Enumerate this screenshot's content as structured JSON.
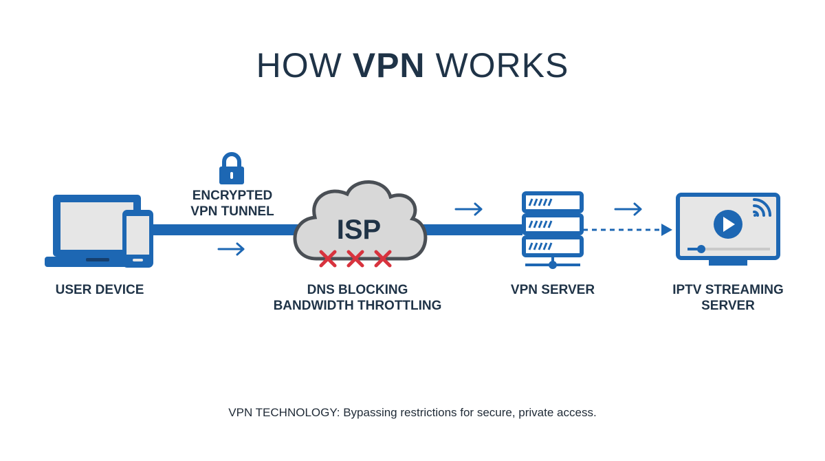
{
  "title": {
    "prefix": "HOW ",
    "bold": "VPN",
    "suffix": " WORKS"
  },
  "tunnel": {
    "line1": "ENCRYPTED",
    "line2": "VPN TUNNEL"
  },
  "nodes": {
    "user_device": {
      "line1": "USER DEVICE"
    },
    "isp": {
      "name": "ISP",
      "line1": "DNS BLOCKING",
      "line2": "BANDWIDTH THROTTLING"
    },
    "vpn_server": {
      "line1": "VPN SERVER"
    },
    "iptv": {
      "line1": "IPTV STREAMING",
      "line2": "SERVER"
    }
  },
  "caption": "VPN TECHNOLOGY: Bypassing restrictions for secure, private access.",
  "colors": {
    "primary": "#1d67b3",
    "dark": "#1f3347",
    "cloud": "#d8d8d8",
    "block": "#d8333e",
    "screen": "#e6e6e6"
  },
  "icons": [
    "lock-icon",
    "laptop-icon",
    "phone-icon",
    "cloud-icon",
    "block-x-icon",
    "server-icon",
    "tv-icon",
    "play-icon",
    "wifi-icon",
    "arrow-icon"
  ]
}
